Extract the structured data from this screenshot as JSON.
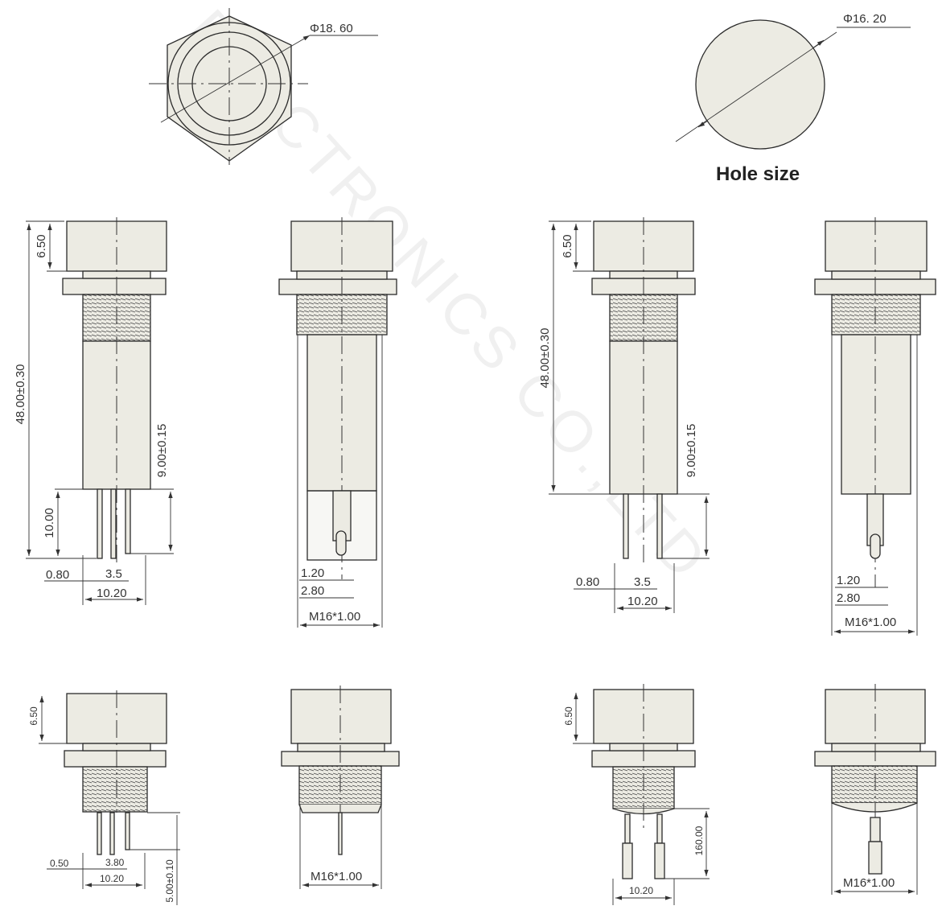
{
  "hex_top_view": {
    "diameter_label": "Φ18. 60"
  },
  "hole_view": {
    "diameter_label": "Φ16. 20",
    "caption": "Hole size"
  },
  "watermark": "ELECTRONICS CO.,LTD",
  "drawings": {
    "view_a_side": {
      "overall_length": "48.00±0.30",
      "head_height": "6.50",
      "pin_length": "10.00",
      "pin_offset": "9.00±0.15",
      "pin_width": "0.80",
      "pin_pitch": "3.5",
      "pin_span": "10.20"
    },
    "view_a_front": {
      "dim_1": "1.20",
      "dim_2": "2.80",
      "thread": "M16*1.00"
    },
    "view_b_side": {
      "overall_length": "48.00±0.30",
      "head_height": "6.50",
      "pin_offset": "9.00±0.15",
      "pin_width": "0.80",
      "pin_pitch": "3.5",
      "pin_span": "10.20"
    },
    "view_b_front": {
      "dim_1": "1.20",
      "dim_2": "2.80",
      "thread": "M16*1.00"
    },
    "view_c_side": {
      "head_height": "6.50",
      "pin_width": "0.50",
      "pin_pitch": "3.80",
      "pin_span": "10.20",
      "pin_length": "5.00±0.10"
    },
    "view_c_front": {
      "thread": "M16*1.00"
    },
    "view_d_side": {
      "head_height": "6.50",
      "lead_length": "160.00",
      "pin_span": "10.20"
    },
    "view_d_front": {
      "thread": "M16*1.00"
    }
  }
}
